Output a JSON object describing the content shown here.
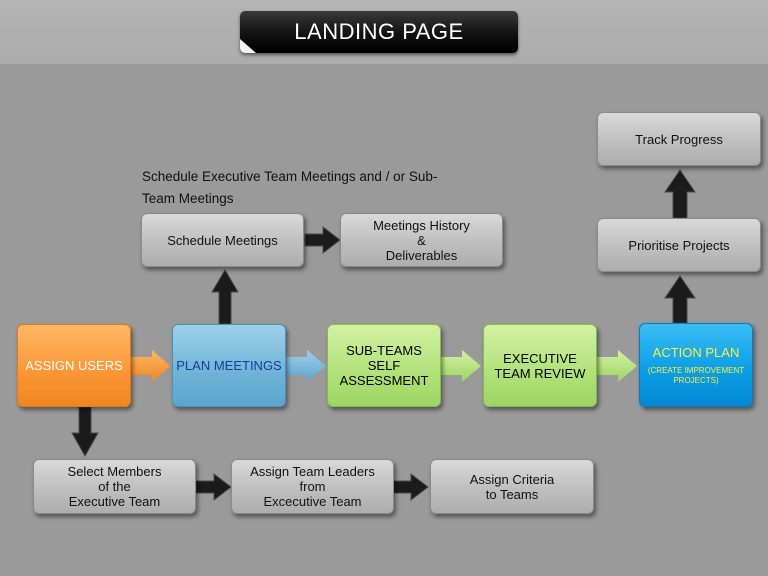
{
  "title": "LANDING PAGE",
  "note": "Schedule Executive Team Meetings and / or Sub-Team Meetings",
  "boxes": {
    "assign_users": "ASSIGN USERS",
    "plan_meetings": "PLAN MEETINGS",
    "sub_teams": "SUB-TEAMS\nSELF\nASSESSMENT",
    "exec_review": "EXECUTIVE\nTEAM REVIEW",
    "action_plan": "ACTION PLAN",
    "action_plan_sub": "(CREATE IMPROVEMENT\nPROJECTS)",
    "schedule_meetings": "Schedule Meetings",
    "meetings_history": "Meetings History\n&\nDeliverables",
    "select_members": "Select Members\nof the\nExecutive Team",
    "assign_leaders": "Assign Team Leaders\nfrom\nExcecutive Team",
    "assign_criteria": "Assign Criteria\nto Teams",
    "prioritise": "Prioritise Projects",
    "track": "Track Progress"
  },
  "colors": {
    "background": "#9a9a9a",
    "orange": "#fb9838",
    "blue": "#71b5d8",
    "green": "#b3e37d",
    "cyan": "#0b9fe6",
    "gray_box": "#c1c1c1",
    "arrow_dark": "#1a1a1a"
  }
}
